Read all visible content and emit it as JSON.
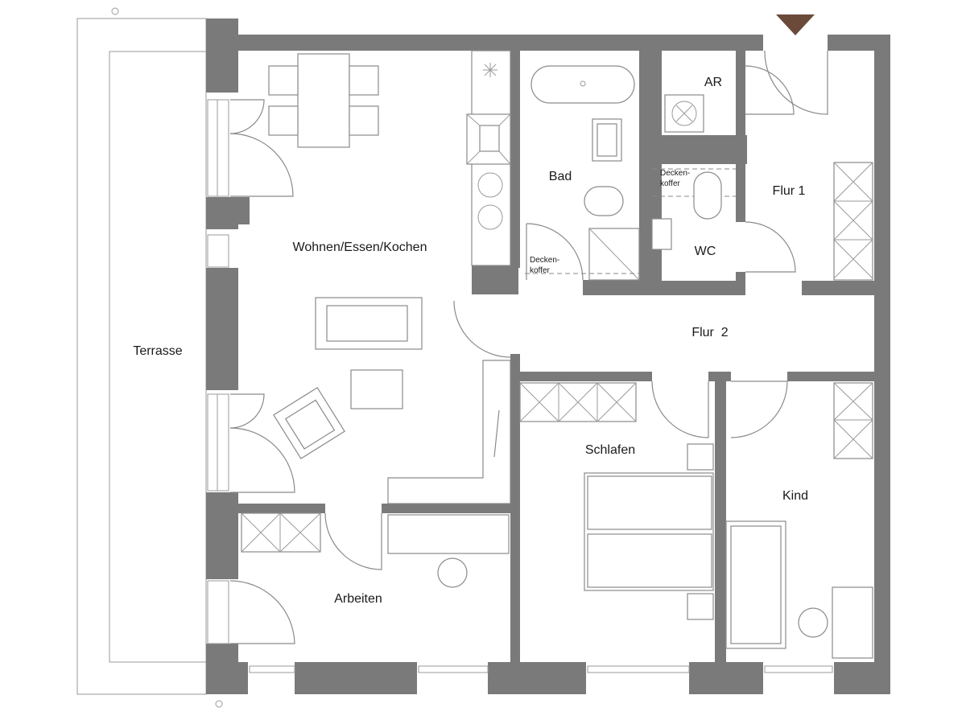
{
  "colors": {
    "wall": "#7a7a7a",
    "line": "#8a8a8a",
    "north_marker": "#6b4a3a"
  },
  "rooms": {
    "terrasse": "Terrasse",
    "wohnen": "Wohnen/Essen/Kochen",
    "bad": "Bad",
    "ar": "AR",
    "flur1": "Flur 1",
    "wc": "WC",
    "flur2": "Flur  2",
    "schlafen": "Schlafen",
    "kind": "Kind",
    "arbeiten": "Arbeiten"
  },
  "annotations": {
    "deckenkoffer_line1": "Decken-",
    "deckenkoffer_line2": "koffer"
  },
  "icons": {
    "entrance": "entrance-triangle-marker"
  }
}
